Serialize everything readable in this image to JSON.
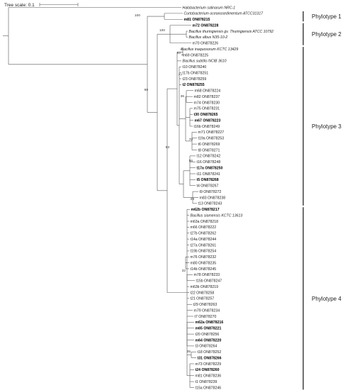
{
  "scale": {
    "label": "Tree scale: 0.1"
  },
  "leaves": [
    {
      "id": "L0",
      "text": "Halobacterium salinarum NRC-1",
      "style": "ital"
    },
    {
      "id": "L1",
      "text": "Curtobacterium oceanosedimentum ATCC31317",
      "style": "ital"
    },
    {
      "id": "L2",
      "text": "m81 ON878215",
      "style": "bold"
    },
    {
      "id": "L3",
      "text": "m72 ON878228",
      "style": "bold"
    },
    {
      "id": "L4",
      "text": "Bacillus thuringiensis gv. Thuringiensis ATCC 10792",
      "style": "ital"
    },
    {
      "id": "L5",
      "text": "Bacillus albus N35-10-2",
      "style": "ital"
    },
    {
      "id": "L6",
      "text": "m70 ON878226",
      "style": "normal"
    },
    {
      "id": "L7",
      "text": "Bacillus inaquosorum KCTC 13429",
      "style": "ital"
    },
    {
      "id": "L8",
      "text": "m69 ON878225",
      "style": "normal"
    },
    {
      "id": "L9",
      "text": "Bacillus subtilis NCIB 3610",
      "style": "ital"
    },
    {
      "id": "L10",
      "text": "t10 ON878240",
      "style": "normal"
    },
    {
      "id": "L11",
      "text": "t17b ON878251",
      "style": "normal"
    },
    {
      "id": "L12",
      "text": "t23 ON878259",
      "style": "normal"
    },
    {
      "id": "L13",
      "text": "t2 ON878255",
      "style": "bold"
    },
    {
      "id": "L14",
      "text": "m68 ON878224",
      "style": "normal"
    },
    {
      "id": "L15",
      "text": "m82 ON878237",
      "style": "normal"
    },
    {
      "id": "L16",
      "text": "m74 ON878230",
      "style": "normal"
    },
    {
      "id": "L17",
      "text": "m75 ON878231",
      "style": "normal"
    },
    {
      "id": "L18",
      "text": "t30 ON878265",
      "style": "bold"
    },
    {
      "id": "L19",
      "text": "m67 ON878223",
      "style": "bold"
    },
    {
      "id": "L20",
      "text": "t16b ON878249",
      "style": "normal"
    },
    {
      "id": "L21",
      "text": "m71 ON878227",
      "style": "normal"
    },
    {
      "id": "L22",
      "text": "t19a ON878253",
      "style": "normal"
    },
    {
      "id": "L23",
      "text": "t6 ON878269",
      "style": "normal"
    },
    {
      "id": "L24",
      "text": "t8 ON878271",
      "style": "normal"
    },
    {
      "id": "L25",
      "text": "t12 ON878242",
      "style": "normal"
    },
    {
      "id": "L26",
      "text": "t16 ON878248",
      "style": "normal"
    },
    {
      "id": "L27",
      "text": "t17a ON878250",
      "style": "bold"
    },
    {
      "id": "L28",
      "text": "t11 ON878241",
      "style": "normal"
    },
    {
      "id": "L29",
      "text": "t5 ON878268",
      "style": "bold"
    },
    {
      "id": "L30",
      "text": "t4 ON878267",
      "style": "normal"
    },
    {
      "id": "L31",
      "text": "t9 ON878272",
      "style": "normal"
    },
    {
      "id": "L32",
      "text": "m83 ON878238",
      "style": "normal"
    },
    {
      "id": "L33",
      "text": "t13 ON878243",
      "style": "normal"
    },
    {
      "id": "L34",
      "text": "m62b ON878217",
      "style": "bold"
    },
    {
      "id": "L35",
      "text": "Bacillus siamensis KCTC 13613",
      "style": "ital"
    },
    {
      "id": "L36",
      "text": "m63a ON878218",
      "style": "normal"
    },
    {
      "id": "L37",
      "text": "m66 ON878222",
      "style": "normal"
    },
    {
      "id": "L38",
      "text": "t27b ON878262",
      "style": "normal"
    },
    {
      "id": "L39",
      "text": "t14a ON878244",
      "style": "normal"
    },
    {
      "id": "L40",
      "text": "t27a ON878261",
      "style": "normal"
    },
    {
      "id": "L41",
      "text": "t19b ON878254",
      "style": "normal"
    },
    {
      "id": "L42",
      "text": "m76 ON878232",
      "style": "normal"
    },
    {
      "id": "L43",
      "text": "m80 ON878235",
      "style": "normal"
    },
    {
      "id": "L44",
      "text": "t14b ON878245",
      "style": "normal"
    },
    {
      "id": "L45",
      "text": "m78 ON878233",
      "style": "normal"
    },
    {
      "id": "L46",
      "text": "t15b ON878247",
      "style": "normal"
    },
    {
      "id": "L47",
      "text": "m63b ON878219",
      "style": "normal"
    },
    {
      "id": "L48",
      "text": "t22 ON878258",
      "style": "normal"
    },
    {
      "id": "L49",
      "text": "t21 ON878257",
      "style": "normal"
    },
    {
      "id": "L50",
      "text": "t29 ON878263",
      "style": "normal"
    },
    {
      "id": "L51",
      "text": "m79 ON878234",
      "style": "normal"
    },
    {
      "id": "L52",
      "text": "t7 ON878270",
      "style": "normal"
    },
    {
      "id": "L53",
      "text": "m62a ON878216",
      "style": "bold"
    },
    {
      "id": "L54",
      "text": "m65 ON878221",
      "style": "bold"
    },
    {
      "id": "L55",
      "text": "t20 ON878256",
      "style": "normal"
    },
    {
      "id": "L56",
      "text": "m64 ON878220",
      "style": "bold"
    },
    {
      "id": "L57",
      "text": "t3 ON878264",
      "style": "normal"
    },
    {
      "id": "L58",
      "text": "t18 ON878252",
      "style": "normal"
    },
    {
      "id": "L59",
      "text": "t31 ON878266",
      "style": "bold"
    },
    {
      "id": "L60",
      "text": "m73 ON878229",
      "style": "normal"
    },
    {
      "id": "L61",
      "text": "t24 ON878260",
      "style": "bold"
    },
    {
      "id": "L62",
      "text": "m81 ON878236",
      "style": "normal"
    },
    {
      "id": "L63",
      "text": "t1 ON878239",
      "style": "normal"
    },
    {
      "id": "L64",
      "text": "t15a ON878246",
      "style": "normal"
    }
  ],
  "support_values": [
    {
      "id": "b100a",
      "text": "100"
    },
    {
      "id": "b100b",
      "text": "100"
    },
    {
      "id": "b98",
      "text": "98"
    },
    {
      "id": "b93",
      "text": "93"
    },
    {
      "id": "b82",
      "text": "82"
    },
    {
      "id": "b77",
      "text": "77"
    },
    {
      "id": "b56",
      "text": "56"
    },
    {
      "id": "b36",
      "text": "36"
    },
    {
      "id": "b70",
      "text": "70"
    },
    {
      "id": "b29",
      "text": "29"
    },
    {
      "id": "b35",
      "text": "35"
    },
    {
      "id": "b32",
      "text": "32"
    }
  ],
  "phylotypes": [
    {
      "label": "Phylotype 1"
    },
    {
      "label": "Phylotype 2"
    },
    {
      "label": "Phylotype 3"
    },
    {
      "label": "Phylotype 4"
    }
  ]
}
